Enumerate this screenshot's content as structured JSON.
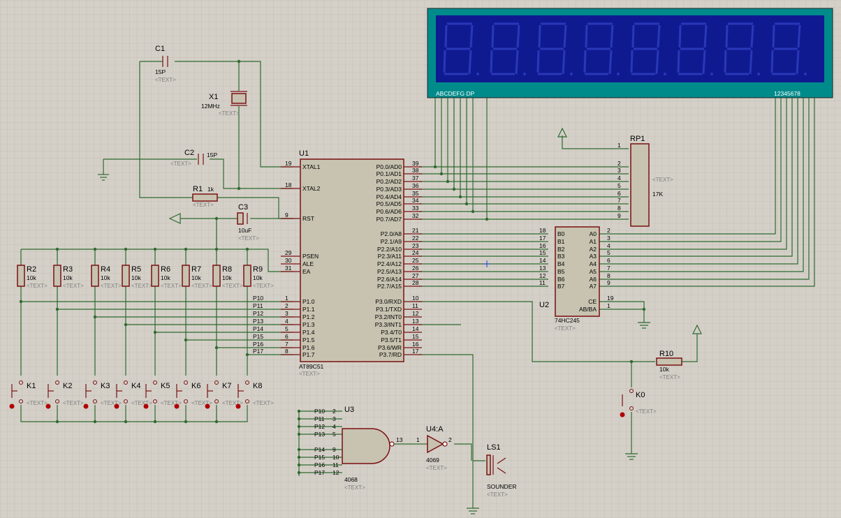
{
  "title": "",
  "display": {
    "segments": "ABCDEFG DP",
    "digits": "12345678"
  },
  "refs": {
    "c1": "C1",
    "c1_val": "15P",
    "c2": "C2",
    "c2_val": "15P",
    "x1": "X1",
    "x1_val": "12MHz",
    "r1": "R1",
    "r1_val": "1k",
    "c3": "C3",
    "c3_val": "10uF",
    "u1": "U1",
    "u1_val": "AT89C51",
    "rp1": "RP1",
    "rp1_val": "17K",
    "u2": "U2",
    "u2_val": "74HC245",
    "r10": "R10",
    "r10_val": "10k",
    "k0": "K0",
    "u3": "U3",
    "u3_val": "4068",
    "u4": "U4:A",
    "u4_val": "4069",
    "ls1": "LS1",
    "ls1_val": "SOUNDER"
  },
  "text_placeholder": "<TEXT>",
  "u1_left_pins": [
    {
      "name": "XTAL1",
      "num": "19"
    },
    {
      "name": "XTAL2",
      "num": "18"
    },
    {
      "name": "RST",
      "num": "9"
    },
    {
      "name": "PSEN",
      "num": "29"
    },
    {
      "name": "ALE",
      "num": "30"
    },
    {
      "name": "EA",
      "num": "31"
    },
    {
      "name": "P1.0",
      "num": "1"
    },
    {
      "name": "P1.1",
      "num": "2"
    },
    {
      "name": "P1.2",
      "num": "3"
    },
    {
      "name": "P1.3",
      "num": "4"
    },
    {
      "name": "P1.4",
      "num": "5"
    },
    {
      "name": "P1.5",
      "num": "6"
    },
    {
      "name": "P1.6",
      "num": "7"
    },
    {
      "name": "P1.7",
      "num": "8"
    }
  ],
  "u1_right_pins": [
    {
      "name": "P0.0/AD0",
      "num": "39"
    },
    {
      "name": "P0.1/AD1",
      "num": "38"
    },
    {
      "name": "P0.2/AD2",
      "num": "37"
    },
    {
      "name": "P0.3/AD3",
      "num": "36"
    },
    {
      "name": "P0.4/AD4",
      "num": "35"
    },
    {
      "name": "P0.5/AD5",
      "num": "34"
    },
    {
      "name": "P0.6/AD6",
      "num": "33"
    },
    {
      "name": "P0.7/AD7",
      "num": "32"
    },
    {
      "name": "P2.0/A8",
      "num": "21"
    },
    {
      "name": "P2.1/A9",
      "num": "22"
    },
    {
      "name": "P2.2/A10",
      "num": "23"
    },
    {
      "name": "P2.3/A11",
      "num": "24"
    },
    {
      "name": "P2.4/A12",
      "num": "25"
    },
    {
      "name": "P2.5/A13",
      "num": "26"
    },
    {
      "name": "P2.6/A14",
      "num": "27"
    },
    {
      "name": "P2.7/A15",
      "num": "28"
    },
    {
      "name": "P3.0/RXD",
      "num": "10"
    },
    {
      "name": "P3.1/TXD",
      "num": "11"
    },
    {
      "name": "P3.2/INT0",
      "num": "12"
    },
    {
      "name": "P3.3/INT1",
      "num": "13"
    },
    {
      "name": "P3.4/T0",
      "num": "14"
    },
    {
      "name": "P3.5/T1",
      "num": "15"
    },
    {
      "name": "P3.6/WR",
      "num": "16"
    },
    {
      "name": "P3.7/RD",
      "num": "17"
    }
  ],
  "p1_nets": [
    "P10",
    "P11",
    "P12",
    "P13",
    "P14",
    "P15",
    "P16",
    "P17"
  ],
  "resistors": [
    {
      "ref": "R2",
      "val": "10k"
    },
    {
      "ref": "R3",
      "val": "10k"
    },
    {
      "ref": "R4",
      "val": "10k"
    },
    {
      "ref": "R5",
      "val": "10k"
    },
    {
      "ref": "R6",
      "val": "10k"
    },
    {
      "ref": "R7",
      "val": "10k"
    },
    {
      "ref": "R8",
      "val": "10k"
    },
    {
      "ref": "R9",
      "val": "10k"
    }
  ],
  "keys": [
    "K1",
    "K2",
    "K3",
    "K4",
    "K5",
    "K6",
    "K7",
    "K8"
  ],
  "rp1_pins": [
    "1",
    "2",
    "3",
    "4",
    "5",
    "6",
    "7",
    "8",
    "9"
  ],
  "u2_b_pins": [
    {
      "name": "B0",
      "num": "18"
    },
    {
      "name": "B1",
      "num": "17"
    },
    {
      "name": "B2",
      "num": "16"
    },
    {
      "name": "B3",
      "num": "15"
    },
    {
      "name": "B4",
      "num": "14"
    },
    {
      "name": "B5",
      "num": "13"
    },
    {
      "name": "B6",
      "num": "12"
    },
    {
      "name": "B7",
      "num": "11"
    }
  ],
  "u2_a_pins": [
    {
      "name": "A0",
      "num": "2"
    },
    {
      "name": "A1",
      "num": "3"
    },
    {
      "name": "A2",
      "num": "4"
    },
    {
      "name": "A3",
      "num": "5"
    },
    {
      "name": "A4",
      "num": "6"
    },
    {
      "name": "A5",
      "num": "7"
    },
    {
      "name": "A6",
      "num": "8"
    },
    {
      "name": "A7",
      "num": "9"
    }
  ],
  "u2_ctrl": [
    {
      "name": "CE",
      "num": "19"
    },
    {
      "name": "AB/BA",
      "num": "1"
    }
  ],
  "u3_inputs": [
    {
      "net": "P10",
      "num": "2"
    },
    {
      "net": "P11",
      "num": "3"
    },
    {
      "net": "P12",
      "num": "4"
    },
    {
      "net": "P13",
      "num": "5"
    },
    {
      "net": "P14",
      "num": "9"
    },
    {
      "net": "P15",
      "num": "10"
    },
    {
      "net": "P16",
      "num": "11"
    },
    {
      "net": "P17",
      "num": "12"
    }
  ],
  "u3_out": "13",
  "u4_pins": {
    "in": "1",
    "out": "2"
  }
}
